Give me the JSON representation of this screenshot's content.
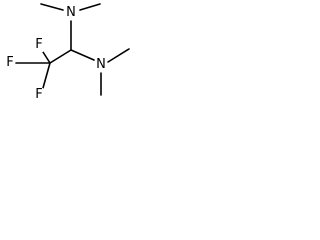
{
  "molecule": {
    "atoms": {
      "n_top": "N",
      "n_right": "N",
      "f_top": "F",
      "f_left": "F",
      "f_bottom": "F"
    }
  },
  "colors": {
    "bond": "#000000",
    "label": "#000000",
    "background": "#ffffff"
  }
}
